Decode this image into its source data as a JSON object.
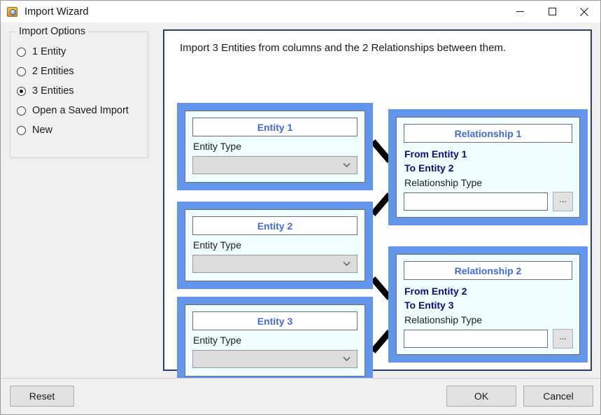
{
  "window": {
    "title": "Import Wizard",
    "icon": "database-import-icon",
    "controls": {
      "minimize": "minimize-icon",
      "maximize": "maximize-icon",
      "close": "close-icon"
    }
  },
  "colors": {
    "card_frame_blue": "#6495ED",
    "card_fill": "#F0FFFF",
    "title_accent": "#4169E1",
    "relationship_text": "#0B0B8C",
    "panel_border": "#2C3E66",
    "window_bg": "#F0F0F0"
  },
  "import_options": {
    "legend": "Import Options",
    "selected": "3 Entities",
    "items": [
      {
        "label": "1 Entity",
        "checked": false
      },
      {
        "label": "2 Entities",
        "checked": false
      },
      {
        "label": "3 Entities",
        "checked": true
      },
      {
        "label": "Open a Saved Import",
        "checked": false
      },
      {
        "label": "New",
        "checked": false
      }
    ]
  },
  "diagram": {
    "heading": "Import 3 Entities from columns and the 2 Relationships between them.",
    "entities": [
      {
        "title": "Entity 1",
        "type_label": "Entity Type",
        "type_value": "",
        "type_placeholder": ""
      },
      {
        "title": "Entity 2",
        "type_label": "Entity Type",
        "type_value": "",
        "type_placeholder": ""
      },
      {
        "title": "Entity 3",
        "type_label": "Entity Type",
        "type_value": "",
        "type_placeholder": ""
      }
    ],
    "relationships": [
      {
        "title": "Relationship 1",
        "from": "From Entity 1",
        "to": "To Entity 2",
        "type_label": "Relationship Type",
        "type_value": "",
        "browse_label": "..."
      },
      {
        "title": "Relationship 2",
        "from": "From Entity 2",
        "to": "To Entity 3",
        "type_label": "Relationship Type",
        "type_value": "",
        "browse_label": "..."
      }
    ]
  },
  "footer": {
    "reset": "Reset",
    "ok": "OK",
    "cancel": "Cancel"
  }
}
